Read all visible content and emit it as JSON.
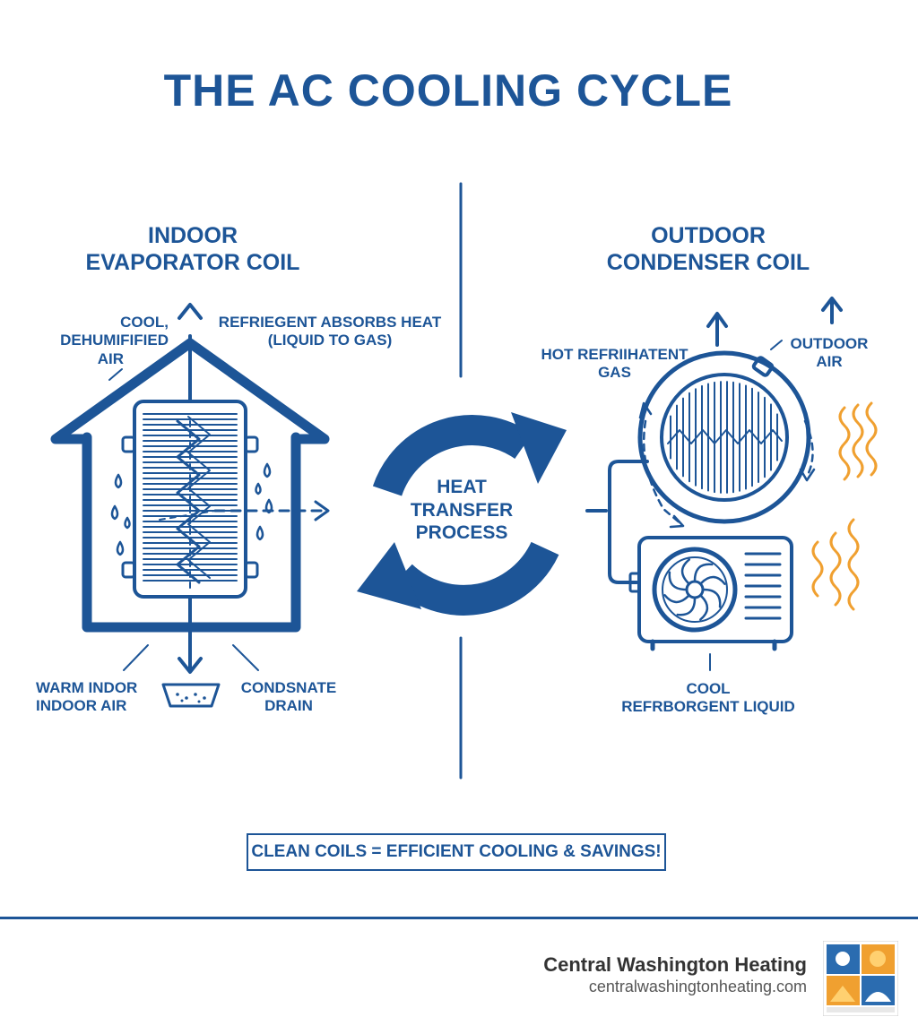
{
  "title": "THE AC COOLING CYCLE",
  "indoor": {
    "heading_line1": "INDOOR",
    "heading_line2": "EVAPORATOR COIL",
    "cool_air_line1": "COOL,",
    "cool_air_line2": "DEHUMIFIFIED",
    "cool_air_line3": "AIR",
    "absorbs_line1": "REFRIEGENT ABSORBS HEAT",
    "absorbs_line2": "(LIQUID TO GAS)",
    "warm_air_line1": "WARM INDOR",
    "warm_air_line2": "INDOOR AIR",
    "drain_line1": "CONDSNATE",
    "drain_line2": "DRAIN"
  },
  "center": {
    "line1": "HEAT",
    "line2": "TRANSFER",
    "line3": "PROCESS"
  },
  "outdoor": {
    "heading_line1": "OUTDOOR",
    "heading_line2": "CONDENSER COIL",
    "hot_gas_line1": "HOT REFRIIHATENT",
    "hot_gas_line2": "GAS",
    "outdoor_air_line1": "OUTDOOR",
    "outdoor_air_line2": "AIR",
    "cool_liquid_line1": "COOL",
    "cool_liquid_line2": "REFRBORGENT LIQUID"
  },
  "callout": "CLEAN COILS = EFFICIENT COOLING & SAVINGS!",
  "footer": {
    "company": "Central Washington Heating",
    "url": "centralwashingtonheating.com"
  },
  "colors": {
    "primary": "#1d5597",
    "heat": "#f0a030"
  }
}
